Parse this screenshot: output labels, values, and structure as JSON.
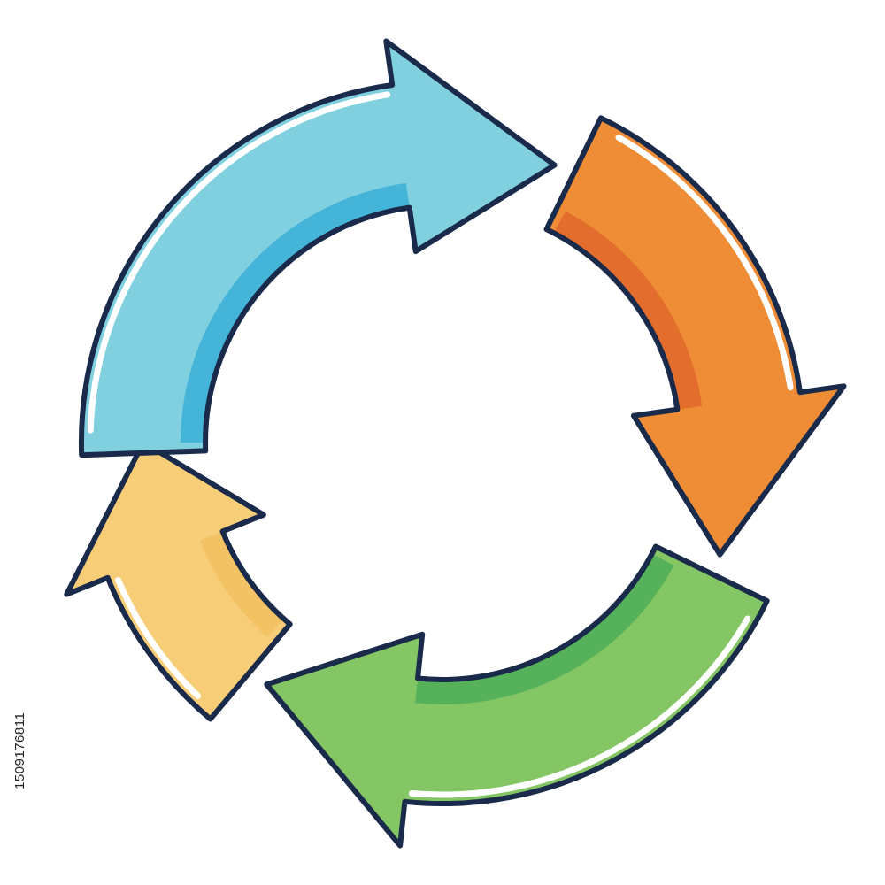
{
  "image_id_text": "1509176811",
  "arrows": [
    {
      "name": "blue",
      "fill": "#80d0e0",
      "shadow": "#44b4d8"
    },
    {
      "name": "orange",
      "fill": "#ef8d37",
      "shadow": "#e26d2c"
    },
    {
      "name": "green",
      "fill": "#84c564",
      "shadow": "#56b25a"
    },
    {
      "name": "yellow",
      "fill": "#f8cd78",
      "shadow": "#f3c264"
    }
  ],
  "outline_color": "#1a2a4a",
  "background_color": "#ffffff"
}
